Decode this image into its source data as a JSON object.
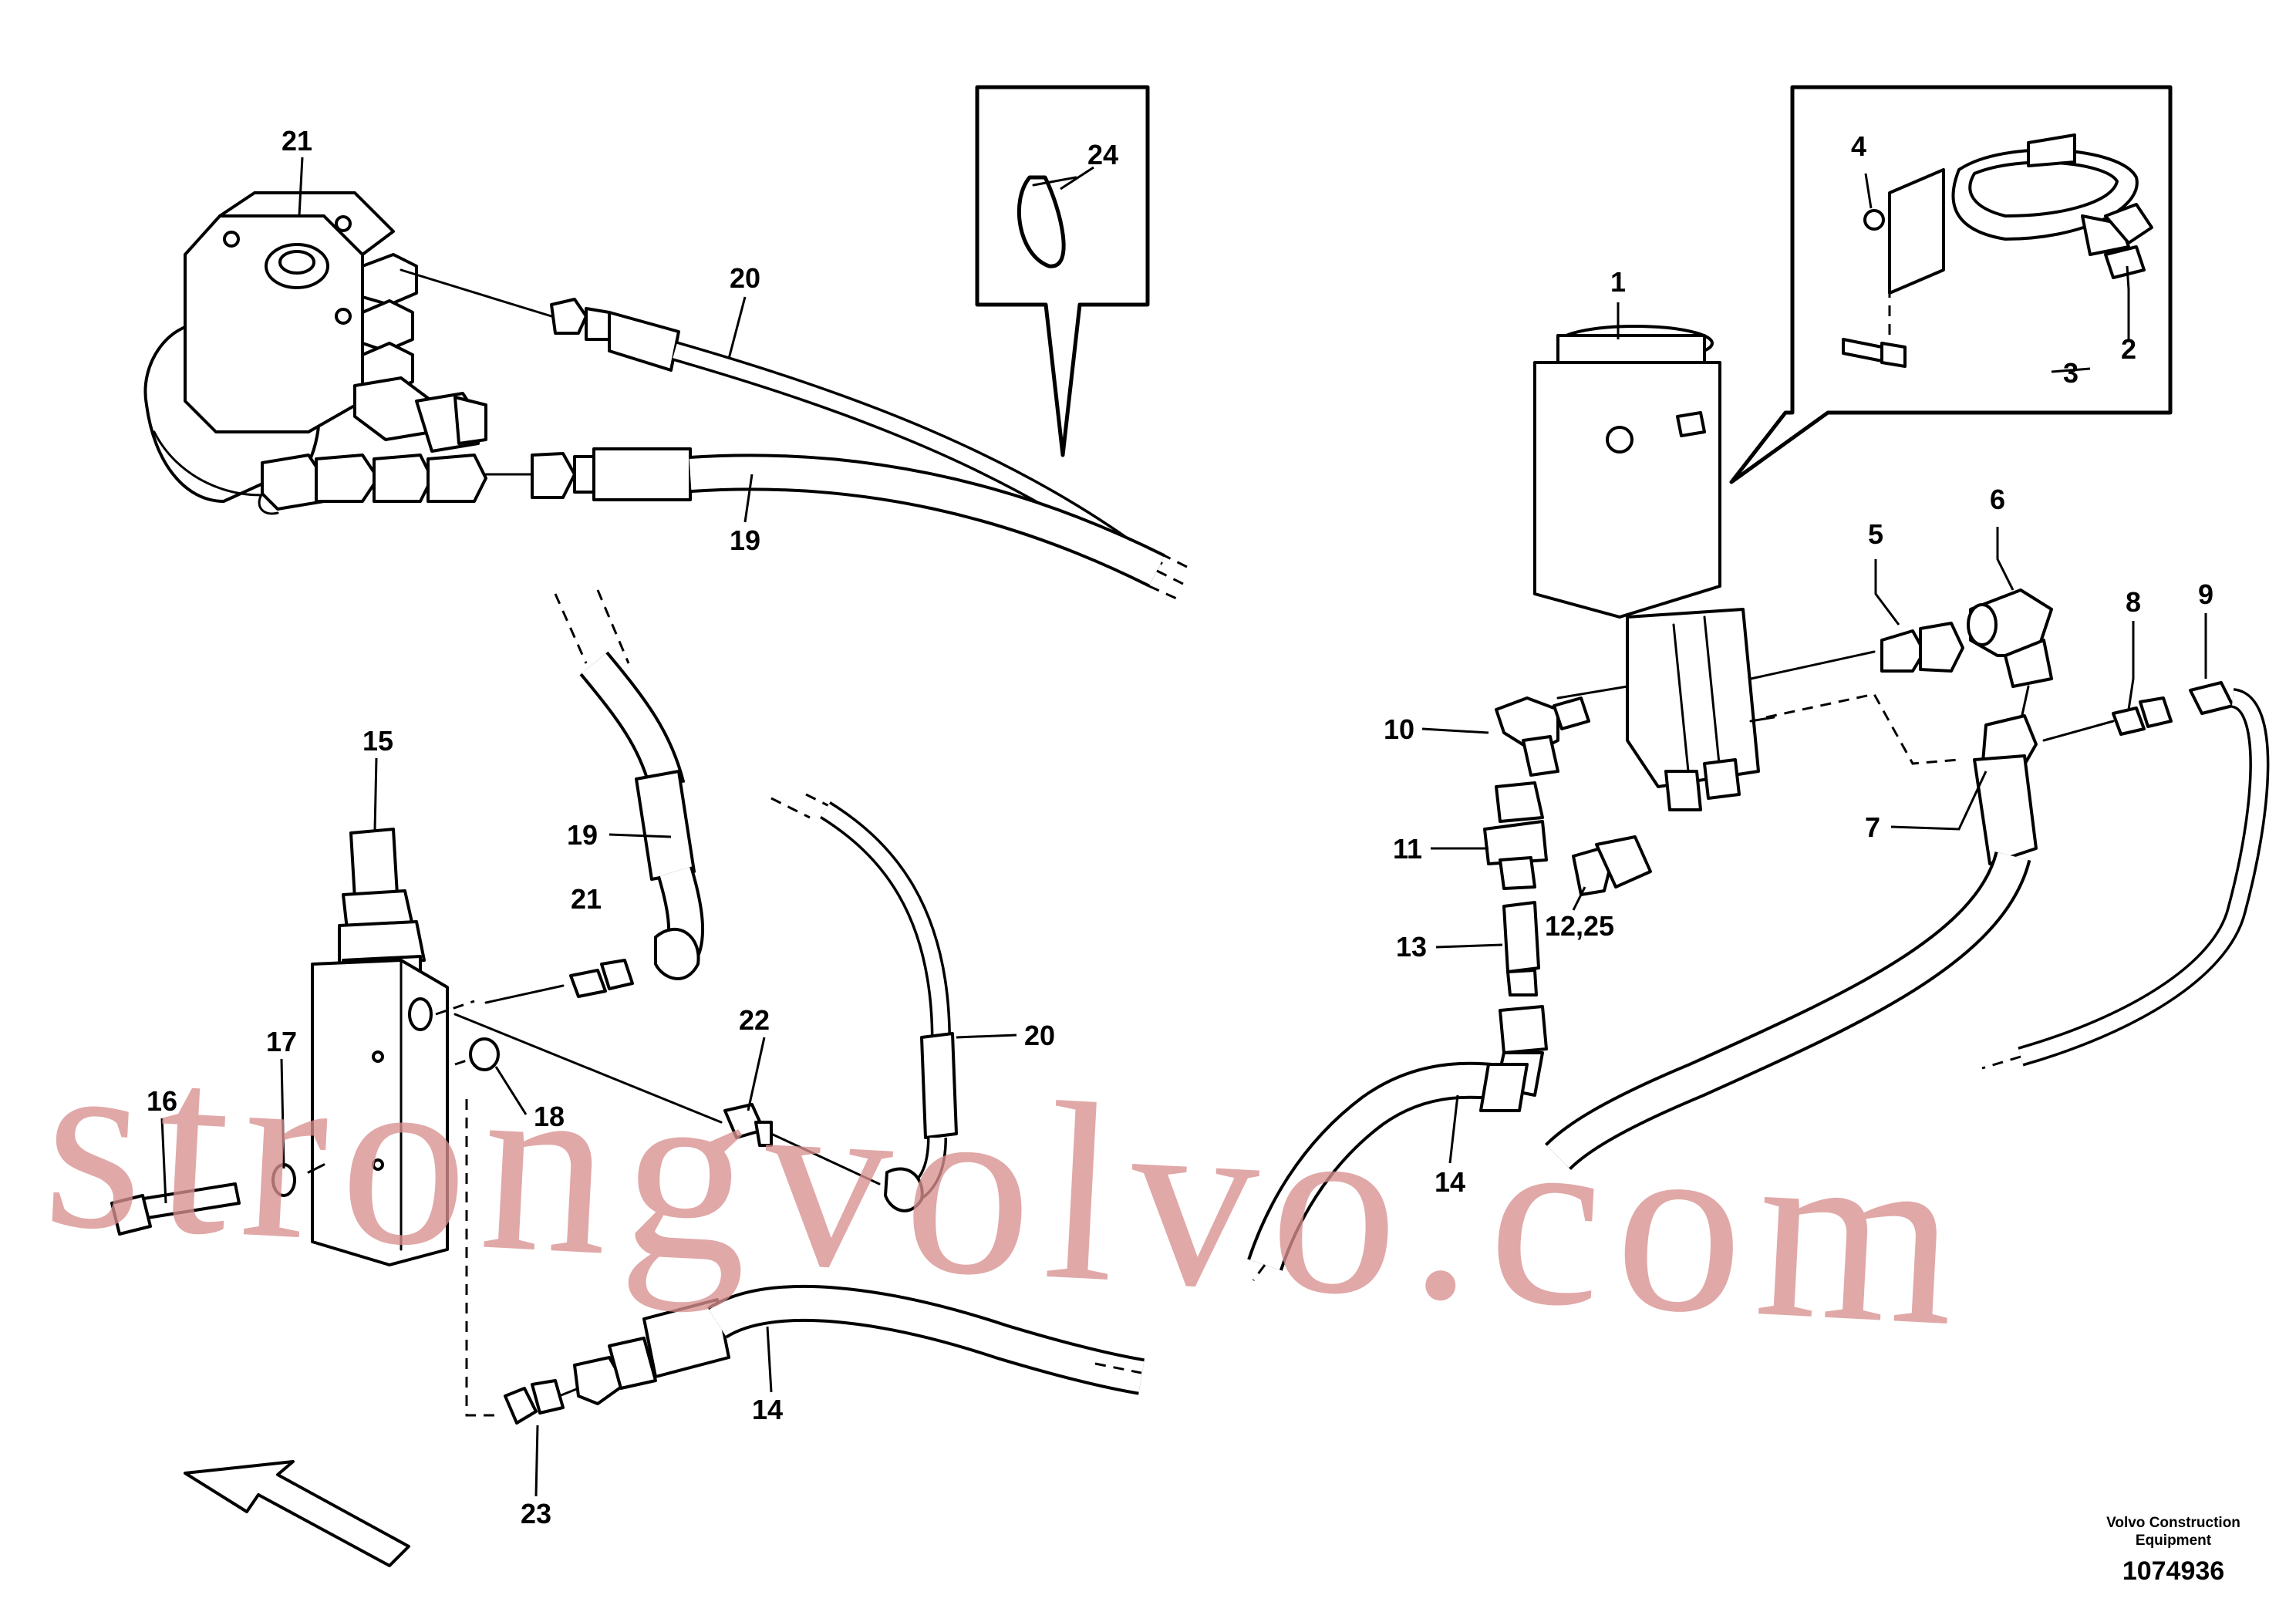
{
  "watermark": "strongvolvo.com",
  "brand_line1": "Volvo Construction",
  "brand_line2": "Equipment",
  "document_number": "1074936",
  "callouts": {
    "c1": "1",
    "c2": "2",
    "c3": "3",
    "c4": "4",
    "c5": "5",
    "c6": "6",
    "c7": "7",
    "c8": "8",
    "c9": "9",
    "c10": "10",
    "c11": "11",
    "c12_25": "12,25",
    "c13": "13",
    "c14a": "14",
    "c14b": "14",
    "c15": "15",
    "c16": "16",
    "c17": "17",
    "c18": "18",
    "c19a": "19",
    "c19b": "19",
    "c20a": "20",
    "c20b": "20",
    "c21a": "21",
    "c21b": "21",
    "c22": "22",
    "c23": "23",
    "c24": "24"
  }
}
